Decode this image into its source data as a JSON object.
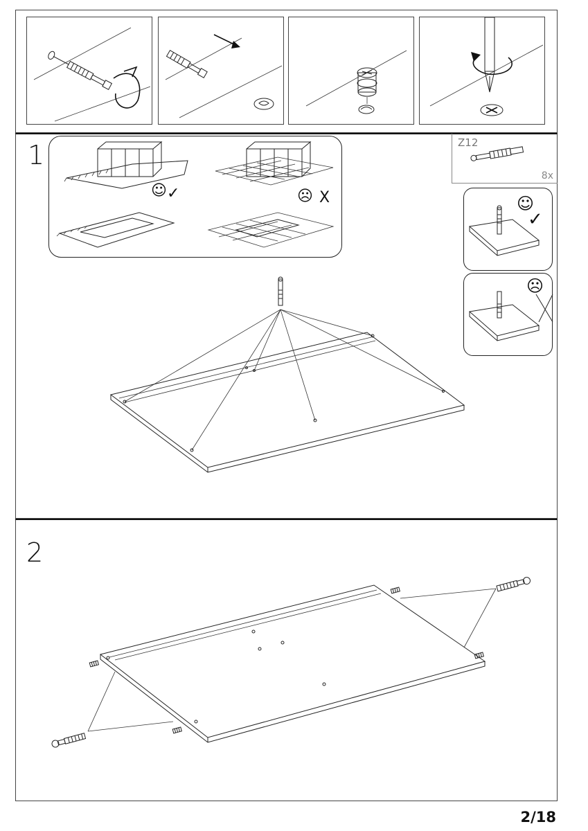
{
  "page": {
    "number": "2/18"
  },
  "steps": [
    {
      "number": "1"
    },
    {
      "number": "2"
    }
  ],
  "part": {
    "code": "Z12",
    "quantity": "8x"
  },
  "symbols": {
    "good": "☺",
    "bad": "☹",
    "check": "✓",
    "cross": "X"
  }
}
